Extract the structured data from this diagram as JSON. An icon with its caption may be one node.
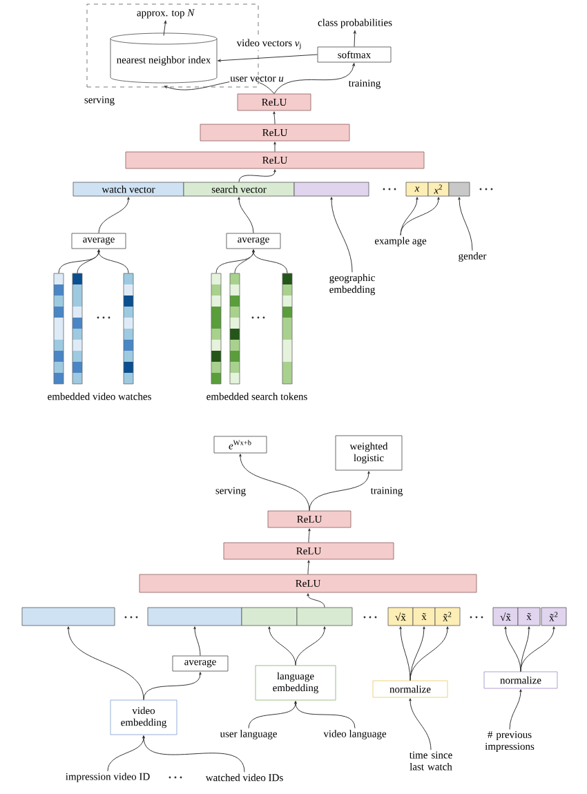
{
  "diagram": {
    "nodes": [
      {
        "text": [
          "serving"
        ]
      },
      {
        "text": [
          "approx. top *N*"
        ],
        "in": 0
      },
      {
        "text": [
          "nearest neighbor index"
        ],
        "in": 0
      },
      {
        "text": [
          "class probabilities"
        ]
      },
      {
        "text": [
          "softmax"
        ]
      },
      {
        "text": [
          "ReLU"
        ]
      },
      {
        "text": [
          "ReLU"
        ]
      },
      {
        "text": [
          "ReLU"
        ]
      },
      {
        "text": [
          "watch vector"
        ]
      },
      {
        "text": [
          "search vector"
        ]
      },
      {
        "text": [],
        "shape": "box"
      },
      {
        "text": [
          "*x*"
        ]
      },
      {
        "text": [
          "*x*$^{2}$"
        ]
      },
      {
        "text": [],
        "shape": "box"
      },
      {
        "text": [
          "average"
        ]
      },
      {
        "text": [
          "average"
        ]
      },
      {
        "text": [],
        "shape": "bar"
      },
      {
        "text": [],
        "shape": "bar"
      },
      {
        "text": [],
        "shape": "bar"
      },
      {
        "text": [],
        "shape": "bar"
      },
      {
        "text": [],
        "shape": "bar"
      },
      {
        "text": [],
        "shape": "bar"
      },
      {
        "text": [
          "geographic embedding"
        ]
      },
      {
        "text": [
          "example age"
        ]
      },
      {
        "text": [
          "gender"
        ]
      },
      {
        "text": [
          "*e*$^{Wx+b}$"
        ]
      },
      {
        "text": [
          "weighted logistic"
        ]
      },
      {
        "text": [
          "ReLU"
        ]
      },
      {
        "text": [
          "ReLU"
        ]
      },
      {
        "text": [
          "ReLU"
        ]
      },
      {
        "text": [],
        "shape": "box"
      },
      {
        "text": [],
        "shape": "box"
      },
      {
        "text": [],
        "shape": "box"
      },
      {
        "text": [],
        "shape": "box"
      },
      {
        "text": [
          "√x̃"
        ]
      },
      {
        "text": [
          "x̃"
        ]
      },
      {
        "text": [
          "x̃$^{2}$"
        ]
      },
      {
        "text": [
          "√x̃"
        ]
      },
      {
        "text": [
          "x̃"
        ]
      },
      {
        "text": [
          "x̃$^{2}$"
        ]
      },
      {
        "text": [
          "average"
        ]
      },
      {
        "text": [
          "language embedding"
        ]
      },
      {
        "text": [
          "normalize"
        ]
      },
      {
        "text": [
          "normalize"
        ]
      },
      {
        "text": [
          "video embedding"
        ]
      },
      {
        "text": [
          "user language"
        ]
      },
      {
        "text": [
          "video language"
        ]
      },
      {
        "text": [
          "time since last watch"
        ]
      },
      {
        "text": [
          "# previous impressions"
        ]
      },
      {
        "text": [
          "impression video ID"
        ]
      },
      {
        "text": [
          "watched video IDs"
        ]
      }
    ],
    "edges": [
      {
        "from": 2,
        "to": 1,
        "arrow": "to"
      },
      {
        "from": 4,
        "to": 3,
        "arrow": "to"
      },
      {
        "from": 4,
        "to": 2,
        "arrow": "to",
        "label": "video vectors *v*$_{j}$"
      },
      {
        "from": 5,
        "to": 2,
        "arrow": "to",
        "label": "user vector *u*"
      },
      {
        "from": 5,
        "to": 4,
        "arrow": "to",
        "label": "training"
      },
      {
        "from": 6,
        "to": 5,
        "arrow": "to"
      },
      {
        "from": 7,
        "to": 6,
        "arrow": "to"
      },
      {
        "from": 9,
        "to": 7,
        "arrow": "to"
      },
      {
        "from": 14,
        "to": 8,
        "arrow": "to"
      },
      {
        "from": 15,
        "to": 9,
        "arrow": "to"
      },
      {
        "from": 16,
        "to": 14,
        "arrow": "to"
      },
      {
        "from": 17,
        "to": 14,
        "arrow": "to"
      },
      {
        "from": 18,
        "to": 14,
        "arrow": "to"
      },
      {
        "from": 19,
        "to": 15,
        "arrow": "to"
      },
      {
        "from": 20,
        "to": 15,
        "arrow": "to"
      },
      {
        "from": 21,
        "to": 15,
        "arrow": "to"
      },
      {
        "from": 22,
        "to": 10,
        "arrow": "to"
      },
      {
        "from": 23,
        "to": 11,
        "arrow": "to"
      },
      {
        "from": 23,
        "to": 12,
        "arrow": "to"
      },
      {
        "from": 24,
        "to": 13,
        "arrow": "to"
      },
      {
        "from": 27,
        "to": 25,
        "arrow": "to",
        "label": "serving"
      },
      {
        "from": 27,
        "to": 26,
        "arrow": "to",
        "label": "training"
      },
      {
        "from": 28,
        "to": 27,
        "arrow": "to"
      },
      {
        "from": 29,
        "to": 28,
        "arrow": "to"
      },
      {
        "from": 33,
        "to": 29,
        "arrow": "to"
      },
      {
        "from": 44,
        "to": 30,
        "arrow": "to"
      },
      {
        "from": 40,
        "to": 31,
        "arrow": "to"
      },
      {
        "from": 44,
        "to": 40,
        "arrow": "to"
      },
      {
        "from": 41,
        "to": 32,
        "arrow": "to"
      },
      {
        "from": 41,
        "to": 33,
        "arrow": "to"
      },
      {
        "from": 45,
        "to": 41,
        "arrow": "to"
      },
      {
        "from": 46,
        "to": 41,
        "arrow": "to"
      },
      {
        "from": 42,
        "to": 34,
        "arrow": "to"
      },
      {
        "from": 42,
        "to": 35,
        "arrow": "to"
      },
      {
        "from": 42,
        "to": 36,
        "arrow": "to"
      },
      {
        "from": 47,
        "to": 42,
        "arrow": "to"
      },
      {
        "from": 43,
        "to": 37,
        "arrow": "to"
      },
      {
        "from": 43,
        "to": 38,
        "arrow": "to"
      },
      {
        "from": 43,
        "to": 39,
        "arrow": "to"
      },
      {
        "from": 48,
        "to": 43,
        "arrow": "to"
      },
      {
        "from": 49,
        "to": 44,
        "arrow": "to"
      },
      {
        "from": 50,
        "to": 44,
        "arrow": "to"
      }
    ],
    "labels": [
      "embedded video watches",
      "embedded search tokens"
    ]
  }
}
